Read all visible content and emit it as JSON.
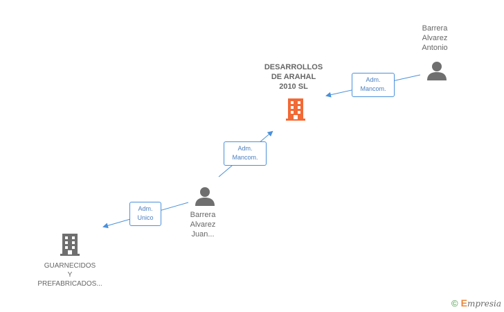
{
  "nodes": {
    "main_company": {
      "lines": [
        "DESARROLLOS",
        "DE ARAHAL",
        "2010 SL"
      ],
      "color": "#f26a35"
    },
    "person_antonio": {
      "lines": [
        "Barrera",
        "Alvarez",
        "Antonio"
      ]
    },
    "person_juan": {
      "lines": [
        "Barrera",
        "Alvarez",
        "Juan..."
      ]
    },
    "company_guarnecidos": {
      "lines": [
        "GUARNECIDOS",
        "Y",
        "PREFABRICADOS..."
      ]
    }
  },
  "relations": [
    {
      "lines": [
        "Adm.",
        "Mancom."
      ]
    },
    {
      "lines": [
        "Adm.",
        "Mancom."
      ]
    },
    {
      "lines": [
        "Adm.",
        "Unico"
      ]
    }
  ],
  "footer": {
    "copyright": "©",
    "brand_initial": "E",
    "brand_rest": "mpresia"
  },
  "colors": {
    "edge": "#4a90d9",
    "icon_gray": "#6f6f6f",
    "main_icon": "#f26a35"
  }
}
